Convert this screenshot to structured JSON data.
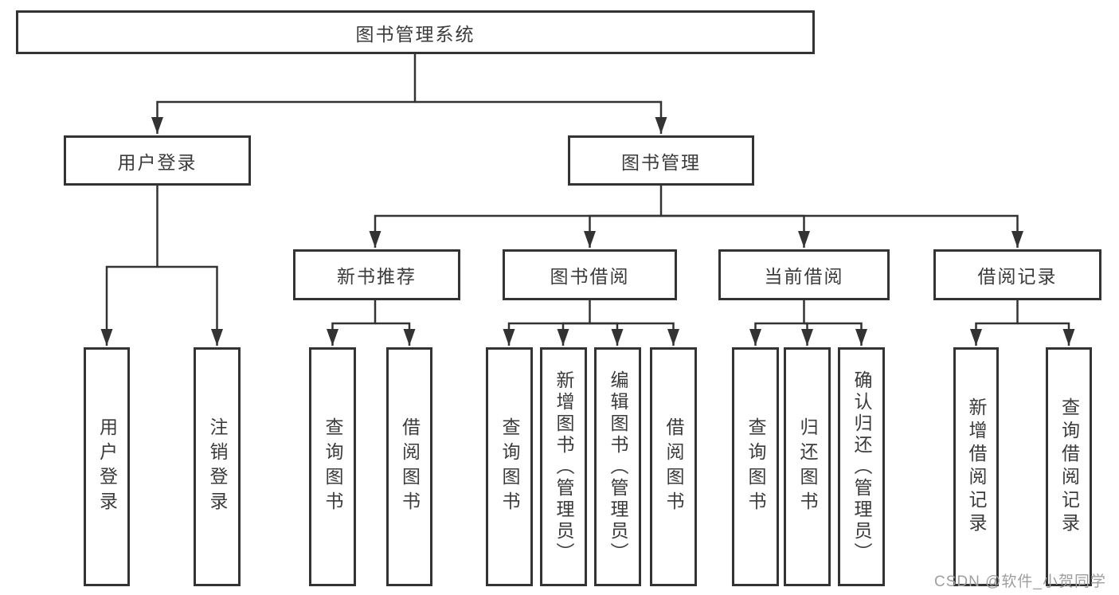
{
  "diagram": {
    "root": {
      "label": "图书管理系统"
    },
    "level2": [
      {
        "id": "user-login",
        "label": "用户登录"
      },
      {
        "id": "book-management",
        "label": "图书管理"
      }
    ],
    "level3": [
      {
        "id": "new-book-recommend",
        "label": "新书推荐"
      },
      {
        "id": "book-borrow",
        "label": "图书借阅"
      },
      {
        "id": "current-borrow",
        "label": "当前借阅"
      },
      {
        "id": "borrow-record",
        "label": "借阅记录"
      }
    ],
    "leaves": [
      {
        "id": "user-login-leaf",
        "label": "用户登录"
      },
      {
        "id": "logout",
        "label": "注销登录"
      },
      {
        "id": "query-books-1",
        "label": "查询图书"
      },
      {
        "id": "borrow-books-1",
        "label": "借阅图书"
      },
      {
        "id": "query-books-2",
        "label": "查询图书"
      },
      {
        "id": "add-books-admin",
        "label": "新增图书（管理员）"
      },
      {
        "id": "edit-books-admin",
        "label": "编辑图书（管理员）"
      },
      {
        "id": "borrow-books-2",
        "label": "借阅图书"
      },
      {
        "id": "query-books-3",
        "label": "查询图书"
      },
      {
        "id": "return-books",
        "label": "归还图书"
      },
      {
        "id": "confirm-return-admin",
        "label": "确认归还（管理员）"
      },
      {
        "id": "add-borrow-record",
        "label": "新增借阅记录"
      },
      {
        "id": "query-borrow-record",
        "label": "查询借阅记录"
      }
    ],
    "watermark": "CSDN @软件_小贺同学",
    "colors": {
      "line": "#333333",
      "box_border": "#333333",
      "text": "#3b3b3b",
      "watermark": "#9e9e9e",
      "background": "#ffffff"
    }
  }
}
